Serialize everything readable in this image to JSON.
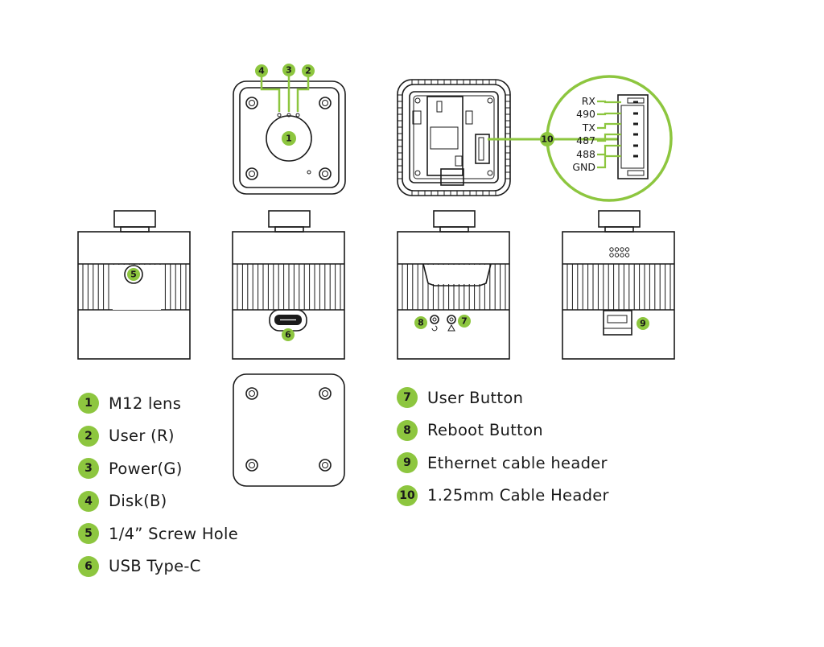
{
  "accent_color": "#8dc63f",
  "callouts": {
    "top_view": [
      "4",
      "3",
      "2",
      "1"
    ],
    "side_views": [
      "5",
      "6",
      "8",
      "7",
      "9"
    ],
    "board_view": "10"
  },
  "pinout": [
    "RX",
    "490",
    "TX",
    "487",
    "488",
    "GND"
  ],
  "legend_left": [
    {
      "num": "1",
      "label": "M12 lens"
    },
    {
      "num": "2",
      "label": "User (R)"
    },
    {
      "num": "3",
      "label": "Power(G)"
    },
    {
      "num": "4",
      "label": "Disk(B)"
    },
    {
      "num": "5",
      "label": "1/4” Screw Hole"
    },
    {
      "num": "6",
      "label": "USB Type-C"
    }
  ],
  "legend_right": [
    {
      "num": "7",
      "label": "User Button"
    },
    {
      "num": "8",
      "label": "Reboot Button"
    },
    {
      "num": "9",
      "label": "Ethernet cable header"
    },
    {
      "num": "10",
      "label": "1.25mm Cable Header"
    }
  ]
}
